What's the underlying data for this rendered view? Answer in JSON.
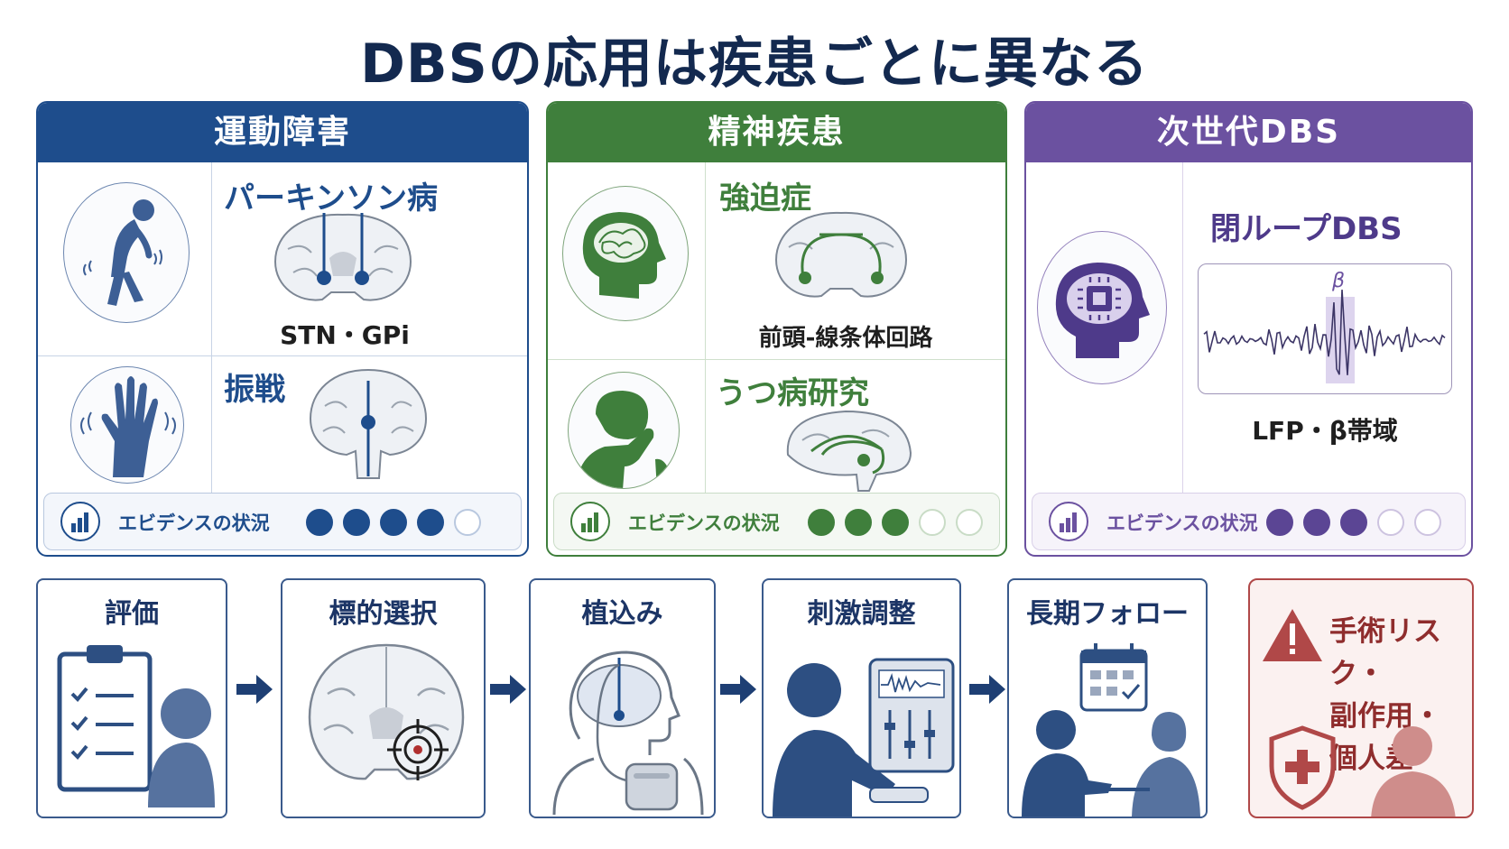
{
  "title": "DBSの応用は疾患ごとに異なる",
  "colors": {
    "motor": "#1e4d8c",
    "psych": "#3f7f3c",
    "next": "#6b51a0",
    "risk": "#b04848",
    "navy": "#13294f"
  },
  "panels": [
    {
      "header": "運動障害",
      "items": [
        {
          "label": "パーキンソン病",
          "caption": "STN・GPi",
          "icon": "stooped-person-icon"
        },
        {
          "label": "振戦",
          "caption": "",
          "icon": "trembling-hand-icon"
        }
      ],
      "evidence_label": "エビデンスの状況",
      "evidence_level": 4,
      "evidence_max": 5
    },
    {
      "header": "精神疾患",
      "items": [
        {
          "label": "強迫症",
          "caption": "前頭-線条体回路",
          "icon": "tangled-thoughts-head-icon"
        },
        {
          "label": "うつ病研究",
          "caption": "",
          "icon": "depressed-person-icon"
        }
      ],
      "evidence_label": "エビデンスの状況",
      "evidence_level": 3,
      "evidence_max": 5
    },
    {
      "header": "次世代DBS",
      "items": [
        {
          "label": "閉ループDBS",
          "caption": "LFP・β帯域",
          "icon": "chip-head-icon",
          "wave_marker": "β"
        }
      ],
      "evidence_label": "エビデンスの状況",
      "evidence_level": 3,
      "evidence_max": 5
    }
  ],
  "steps": [
    {
      "label": "評価",
      "icon": "clipboard-checklist-icon"
    },
    {
      "label": "標的選択",
      "icon": "brain-target-icon"
    },
    {
      "label": "植込み",
      "icon": "implant-body-icon"
    },
    {
      "label": "刺激調整",
      "icon": "programmer-device-icon"
    },
    {
      "label": "長期フォロー",
      "icon": "calendar-consult-icon"
    }
  ],
  "risk": {
    "lines": [
      "手術リスク・",
      "副作用・",
      "個人差"
    ],
    "icon": "warning-icon"
  }
}
